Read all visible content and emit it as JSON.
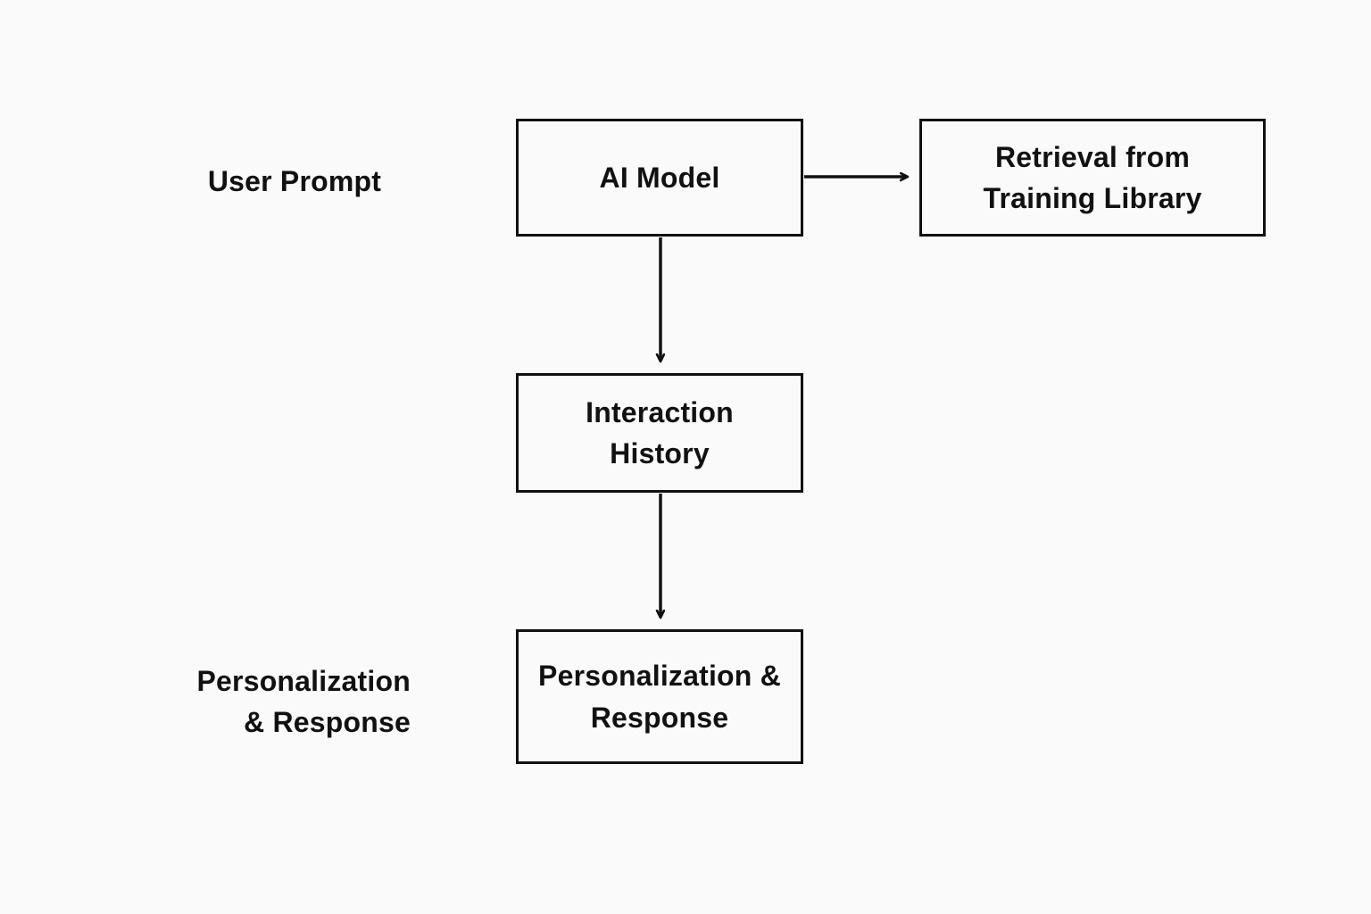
{
  "diagram": {
    "background_color": "#fafafa",
    "stroke_color": "#111111",
    "labels": {
      "user_prompt": "User Prompt",
      "personalization_response": "Personalization\n& Response"
    },
    "nodes": {
      "ai_model": "AI Model",
      "retrieval": "Retrieval from Training Library",
      "interaction_history": "Interaction History",
      "personalization_response": "Personalization & Response"
    },
    "edges": [
      {
        "from": "ai_model",
        "to": "retrieval",
        "direction": "right"
      },
      {
        "from": "ai_model",
        "to": "interaction_history",
        "direction": "down"
      },
      {
        "from": "interaction_history",
        "to": "personalization_response",
        "direction": "down"
      }
    ]
  }
}
